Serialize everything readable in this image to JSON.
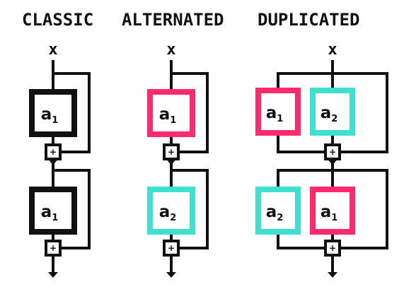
{
  "columns": [
    {
      "title": "CLASSIC",
      "input": "x",
      "blocks": [
        [
          {
            "letter": "a",
            "sub": "1",
            "color": "#111111"
          }
        ],
        [
          {
            "letter": "a",
            "sub": "1",
            "color": "#111111"
          }
        ]
      ]
    },
    {
      "title": "ALTERNATED",
      "input": "x",
      "blocks": [
        [
          {
            "letter": "a",
            "sub": "1",
            "color": "#ff2a6d"
          }
        ],
        [
          {
            "letter": "a",
            "sub": "2",
            "color": "#40e0d0"
          }
        ]
      ]
    },
    {
      "title": "DUPLICATED",
      "input": "x",
      "blocks": [
        [
          {
            "letter": "a",
            "sub": "1",
            "color": "#ff2a6d"
          },
          {
            "letter": "a",
            "sub": "2",
            "color": "#40e0d0"
          }
        ],
        [
          {
            "letter": "a",
            "sub": "2",
            "color": "#40e0d0"
          },
          {
            "letter": "a",
            "sub": "1",
            "color": "#ff2a6d"
          }
        ]
      ]
    }
  ],
  "adder_symbol": "+",
  "colors": {
    "line": "#111111",
    "pink": "#ff2a6d",
    "teal": "#40e0d0"
  }
}
